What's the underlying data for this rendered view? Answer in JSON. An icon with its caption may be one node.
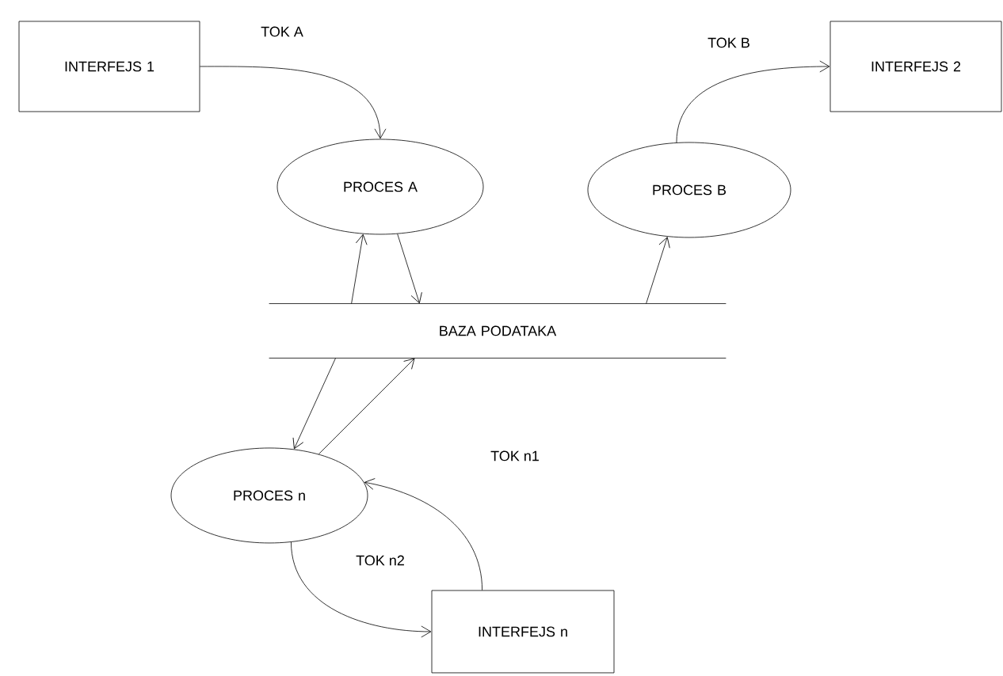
{
  "diagram": {
    "nodes": [
      {
        "text": [
          "INTERFEJS 1"
        ]
      },
      {
        "text": [
          "INTERFEJS 2"
        ]
      },
      {
        "text": [
          "PROCES A"
        ]
      },
      {
        "text": [
          "PROCES B"
        ]
      },
      {
        "text": [
          "BAZA PODATAKA"
        ]
      },
      {
        "text": [
          "PROCES n"
        ]
      },
      {
        "text": [
          "INTERFEJS n"
        ]
      }
    ],
    "edges": [
      {
        "from": 0,
        "to": 2,
        "arrow": "to",
        "label": "TOK A"
      },
      {
        "from": 3,
        "to": 1,
        "arrow": "to",
        "label": "TOK B"
      },
      {
        "from": 4,
        "to": 2,
        "arrow": "to"
      },
      {
        "from": 2,
        "to": 4,
        "arrow": "to"
      },
      {
        "from": 4,
        "to": 3,
        "arrow": "to"
      },
      {
        "from": 4,
        "to": 5,
        "arrow": "to"
      },
      {
        "from": 5,
        "to": 4,
        "arrow": "to"
      },
      {
        "from": 6,
        "to": 5,
        "arrow": "to",
        "label": "TOK n1"
      },
      {
        "from": 5,
        "to": 6,
        "arrow": "to",
        "label": "TOK n2"
      }
    ]
  }
}
